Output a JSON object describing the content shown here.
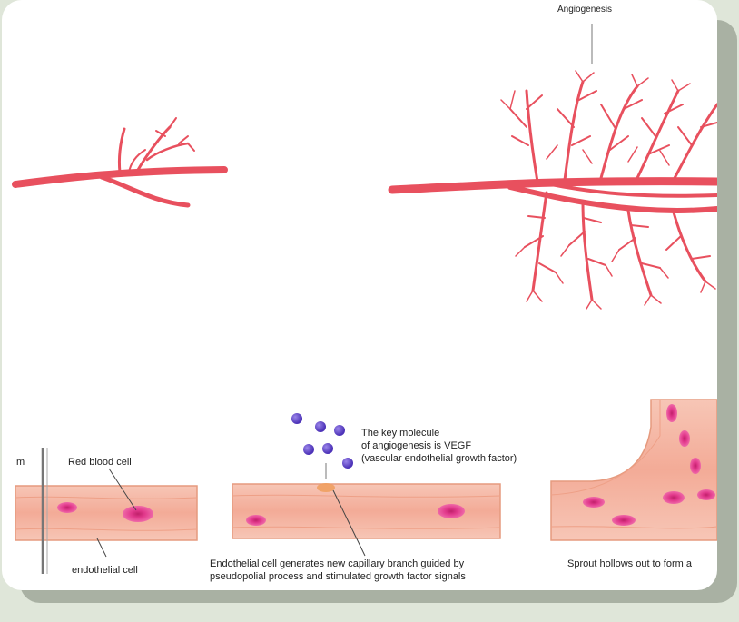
{
  "labels": {
    "angiogenesis": "Angiogenesis",
    "red_blood_cell": "Red blood cell",
    "endothelial_cell": "endothelial cell",
    "left_clipped": "m",
    "vegf_line1": "The key molecule",
    "vegf_line2": "of angiogenesis is VEGF",
    "vegf_line3": "(vascular endothelial growth factor)",
    "caption_mid_line1": "Endothelial cell generates new capillary branch guided by",
    "caption_mid_line2": "pseudopolial process and stimulated growth factor signals",
    "caption_right": "Sprout hollows out to form a"
  },
  "colors": {
    "vessel_red": "#e8505e",
    "vessel_tube": "#f4b5a4",
    "vessel_tube_edge": "#e59a7e",
    "blood_cell": "#e2398c",
    "vegf_molecule": "#6a4fd0",
    "background": "#dfe6d9"
  }
}
